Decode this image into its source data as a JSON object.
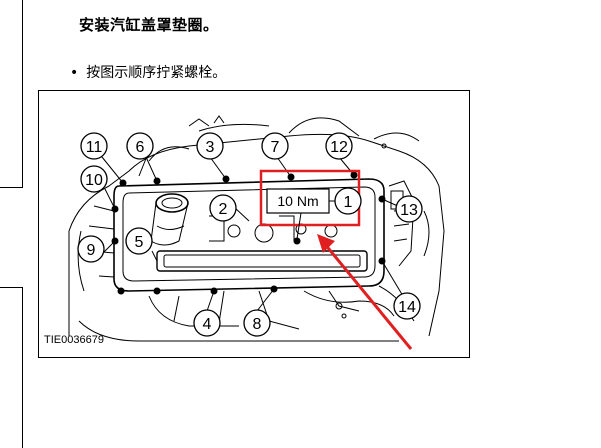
{
  "document": {
    "heading": "安装汽缸盖罩垫圈。",
    "bullet_symbol": "•",
    "instruction": "按图示顺序拧紧螺栓。"
  },
  "figure": {
    "code": "TIE0036679",
    "torque_label": "10 Nm",
    "callouts": [
      "1",
      "2",
      "3",
      "4",
      "5",
      "6",
      "7",
      "8",
      "9",
      "10",
      "11",
      "12",
      "13",
      "14"
    ],
    "highlight_color": "#e02020"
  }
}
